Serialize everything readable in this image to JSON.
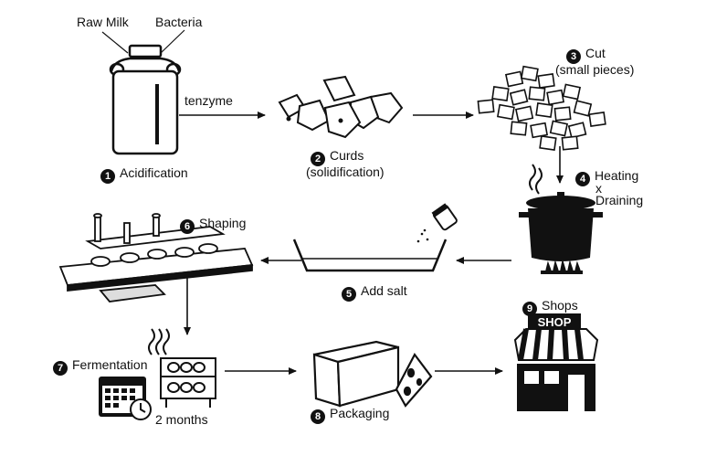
{
  "inputs": {
    "raw_milk": "Raw Milk",
    "bacteria": "Bacteria"
  },
  "arrow_labels": {
    "enzyme": "tenzyme"
  },
  "steps": [
    {
      "num": "1",
      "label": "Acidification",
      "icon": "milk-churn-icon"
    },
    {
      "num": "2",
      "label": "Curds",
      "sub": "(solidification)",
      "icon": "curds-icon"
    },
    {
      "num": "3",
      "label": "Cut",
      "sub": "(small pieces)",
      "icon": "cut-cubes-icon"
    },
    {
      "num": "4",
      "label": "Heating",
      "sub1": "x",
      "sub2": "Draining",
      "icon": "cooking-pot-icon"
    },
    {
      "num": "5",
      "label": "Add salt",
      "icon": "salt-tray-icon"
    },
    {
      "num": "6",
      "label": "Shaping",
      "icon": "press-machine-icon"
    },
    {
      "num": "7",
      "label": "Fermentation",
      "sub": "2 months",
      "icon": "calendar-rack-icon"
    },
    {
      "num": "8",
      "label": "Packaging",
      "icon": "cheese-package-icon"
    },
    {
      "num": "9",
      "label": "Shops",
      "sign": "SHOP",
      "icon": "shop-icon"
    }
  ]
}
